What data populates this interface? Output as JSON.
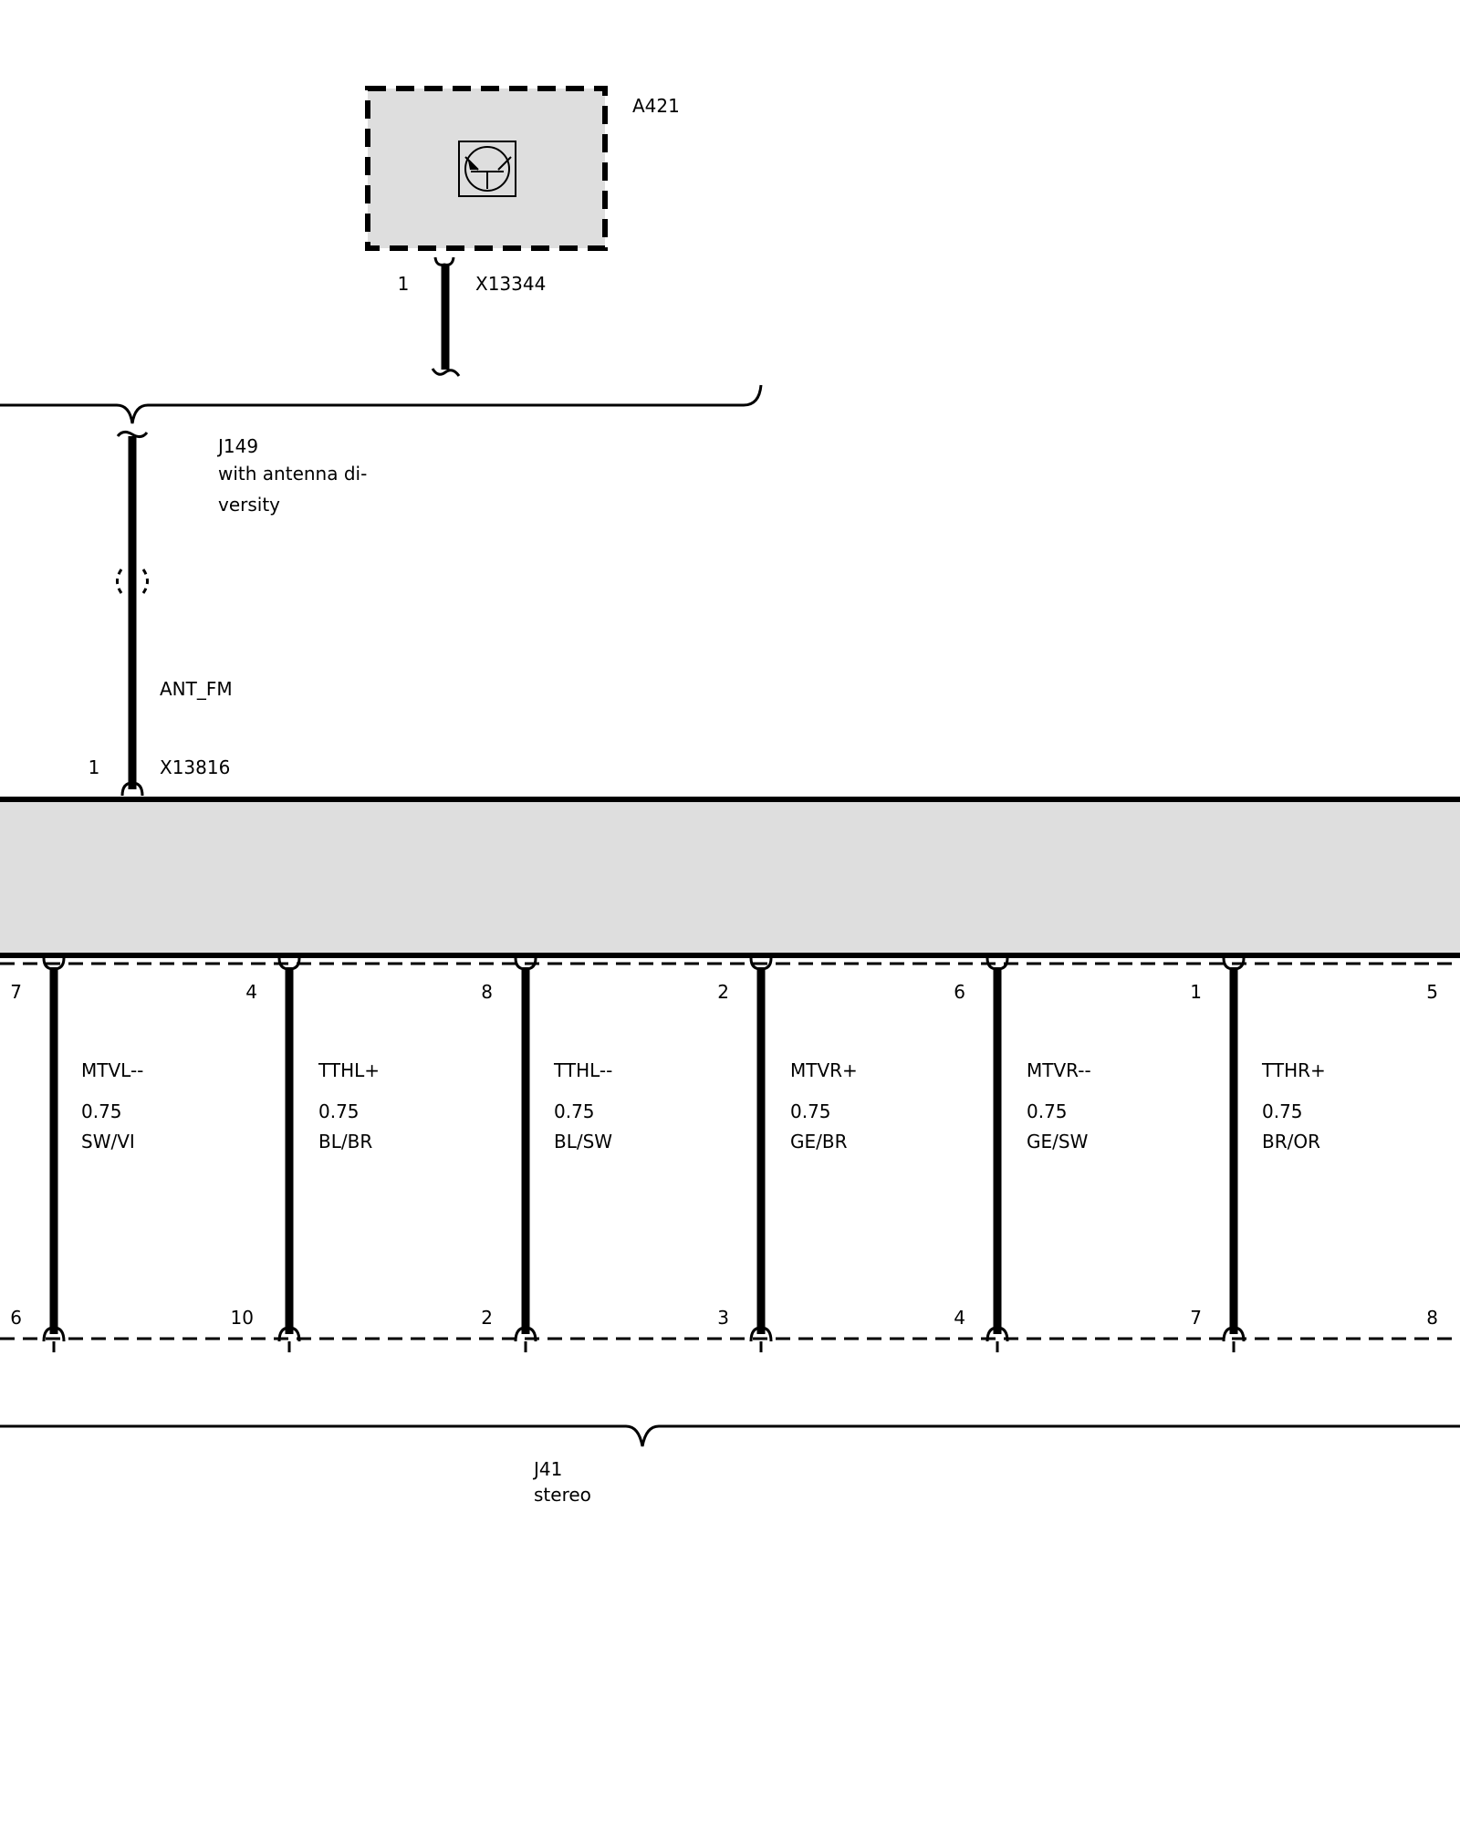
{
  "colors": {
    "module_fill": "#dedede",
    "line": "#000000"
  },
  "antenna_module": {
    "id": "A421",
    "icon": "transistor-icon",
    "connector": {
      "pin": "1",
      "name": "X13344"
    }
  },
  "antenna_variant": {
    "id": "J149",
    "line1": "with antenna di-",
    "line2": "versity"
  },
  "antenna_wire": {
    "signal": "ANT_FM",
    "connector": {
      "pin": "1",
      "name": "X13816"
    }
  },
  "harness_variant": {
    "id": "J41",
    "desc": "stereo"
  },
  "wires": [
    {
      "top_pin": "4",
      "bottom_pin": "10",
      "signal": "TTHL+",
      "gauge": "0.75",
      "color": "BL/BR"
    },
    {
      "top_pin": "8",
      "bottom_pin": "2",
      "signal": "TTHL--",
      "gauge": "0.75",
      "color": "BL/SW"
    },
    {
      "top_pin": "2",
      "bottom_pin": "3",
      "signal": "MTVR+",
      "gauge": "0.75",
      "color": "GE/BR"
    },
    {
      "top_pin": "6",
      "bottom_pin": "4",
      "signal": "MTVR--",
      "gauge": "0.75",
      "color": "GE/SW"
    },
    {
      "top_pin": "1",
      "bottom_pin": "7",
      "signal": "TTHR+",
      "gauge": "0.75",
      "color": "BR/OR"
    },
    {
      "top_pin": "5",
      "bottom_pin": "8",
      "signal": "",
      "gauge": "",
      "color": ""
    }
  ],
  "edge_wire": {
    "top_pin": "7",
    "bottom_pin": "6",
    "signal": "MTVL--",
    "gauge": "0.75",
    "color": "SW/VI"
  }
}
